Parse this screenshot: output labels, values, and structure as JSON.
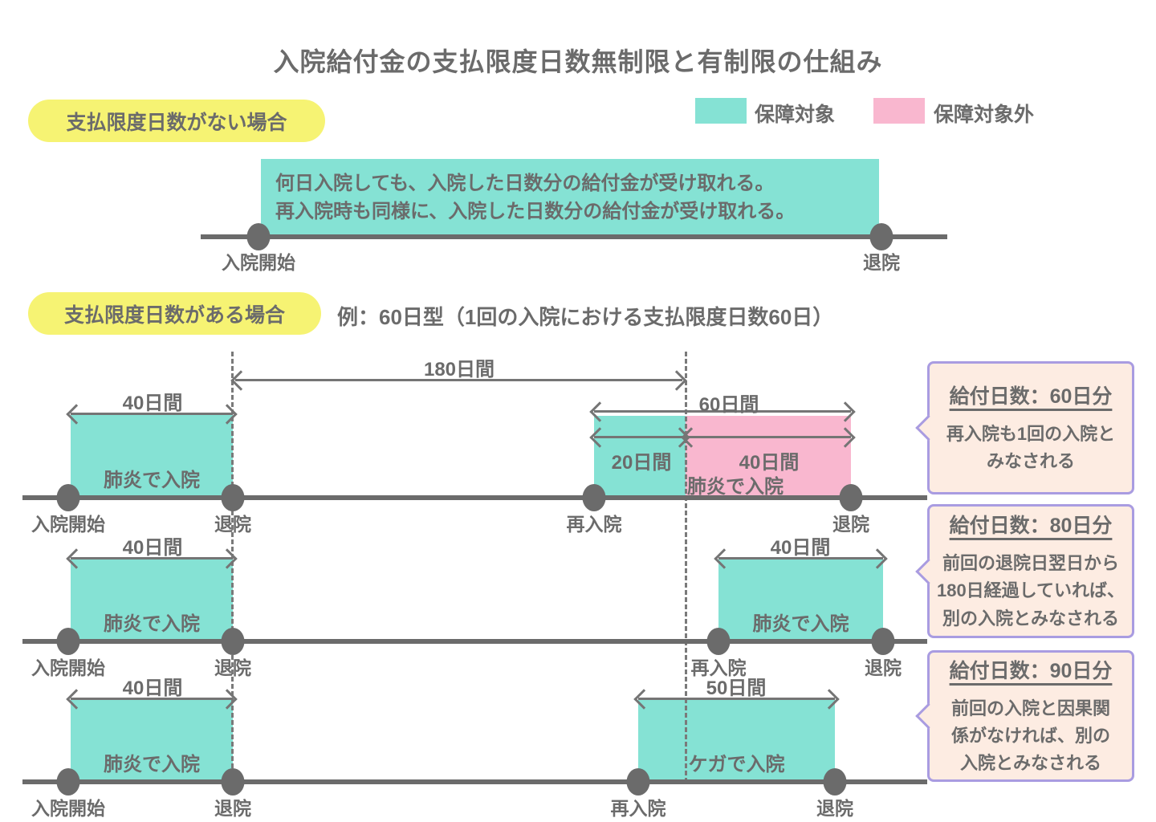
{
  "title": "入院給付金の支払限度日数無制限と有制限の仕組み",
  "legend": {
    "covered_label": "保障対象",
    "not_covered_label": "保障対象外"
  },
  "colors": {
    "covered": "#85e2d4",
    "not_covered": "#f9b7cf",
    "heading_highlight": "#f6f373",
    "callout_bg": "#fdece2",
    "callout_border": "#a99ce1",
    "text": "#6b6b6b"
  },
  "no_limit": {
    "heading": "支払限度日数がない場合",
    "note_line1": "何日入院しても、入院した日数分の給付金が受け取れる。",
    "note_line2": "再入院時も同様に、入院した日数分の給付金が受け取れる。",
    "start": "入院開始",
    "end": "退院"
  },
  "with_limit": {
    "heading": "支払限度日数がある場合",
    "example": "例：60日型（1回の入院における支払限度日数60日）",
    "interval_label": "180日間",
    "row1": {
      "left": {
        "duration": "40日間",
        "cause": "肺炎で入院",
        "start": "入院開始",
        "end": "退院"
      },
      "right": {
        "total": "60日間",
        "covered": "20日間",
        "not_covered": "40日間",
        "cause": "肺炎で入院",
        "start": "再入院",
        "end": "退院"
      }
    },
    "row2": {
      "left": {
        "duration": "40日間",
        "cause": "肺炎で入院",
        "start": "入院開始",
        "end": "退院"
      },
      "right": {
        "duration": "40日間",
        "cause": "肺炎で入院",
        "start": "再入院",
        "end": "退院"
      }
    },
    "row3": {
      "left": {
        "duration": "40日間",
        "cause": "肺炎で入院",
        "start": "入院開始",
        "end": "退院"
      },
      "right": {
        "duration": "50日間",
        "cause": "ケガで入院",
        "start": "再入院",
        "end": "退院"
      }
    }
  },
  "callouts": [
    {
      "title": "給付日数：60日分",
      "body": "再入院も1回の入院と\nみなされる"
    },
    {
      "title": "給付日数：80日分",
      "body": "前回の退院日翌日から\n180日経過していれば、\n別の入院とみなされる"
    },
    {
      "title": "給付日数：90日分",
      "body": "前回の入院と因果関\n係がなければ、別の\n入院とみなされる"
    }
  ]
}
